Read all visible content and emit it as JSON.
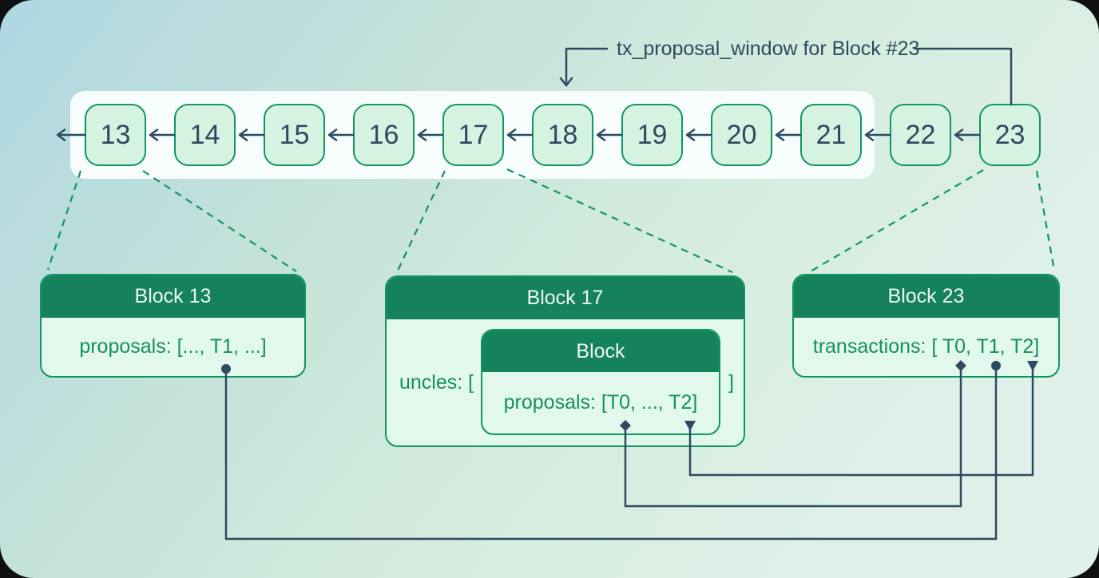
{
  "annotation": {
    "label": "tx_proposal_window for Block #23"
  },
  "chain": {
    "block_numbers": [
      "13",
      "14",
      "15",
      "16",
      "17",
      "18",
      "19",
      "20",
      "21",
      "22",
      "23"
    ],
    "window_highlight_blocks": [
      "13",
      "14",
      "15",
      "16",
      "17",
      "18",
      "19",
      "20",
      "21"
    ]
  },
  "detail_boxes": {
    "block13": {
      "title": "Block 13",
      "content": "proposals: [..., T1, ...]"
    },
    "block17": {
      "title": "Block 17",
      "uncles_open": "uncles: [",
      "uncles_close": "]",
      "uncle_block": {
        "title": "Block",
        "content": "proposals: [T0, ..., T2]"
      }
    },
    "block23": {
      "title": "Block 23",
      "content": "transactions: [ T0, T1, T2]"
    }
  },
  "link_markers": {
    "t0": "diamond-marker",
    "t1": "circle-marker",
    "t2": "triangle-marker"
  },
  "colors": {
    "green_border": "#10975f",
    "green_text": "#168f63",
    "green_header": "#15825b",
    "navy": "#2d4a60",
    "panel_bg": "#e2f8ec",
    "chain_block_bg": "#d6f3e2",
    "window_band_bg": "#f7fdfc",
    "bg_gradient_start": "#afd7e3",
    "bg_gradient_end": "#e0f1e9"
  }
}
